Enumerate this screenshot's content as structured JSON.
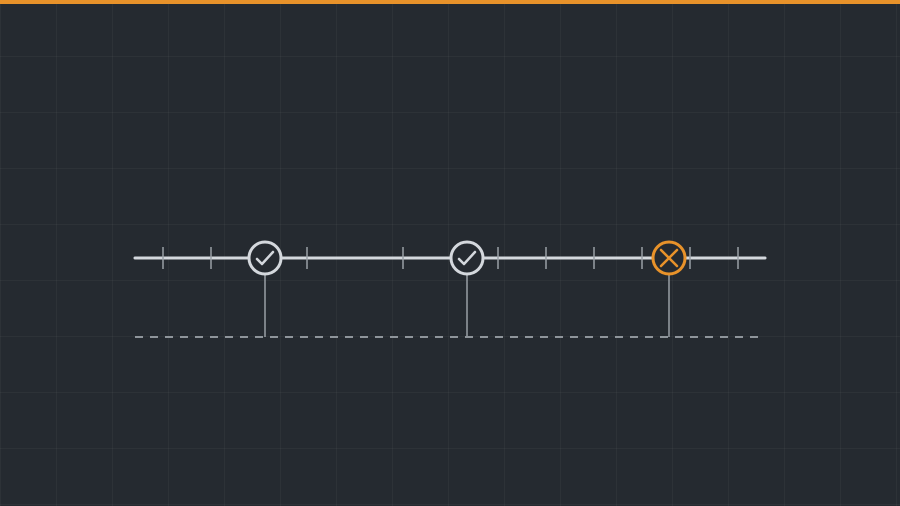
{
  "colors": {
    "background": "#252a30",
    "accent": "#e8922a",
    "line": "#d4d8dd",
    "connector": "#9aa0a6",
    "baseline": "#8f959b",
    "marker_fill": "#252a30"
  },
  "timeline": {
    "tick_count": 11,
    "markers": [
      {
        "status": "success",
        "icon": "check-circle-icon"
      },
      {
        "status": "success",
        "icon": "check-circle-icon"
      },
      {
        "status": "failure",
        "icon": "x-circle-icon"
      }
    ]
  }
}
